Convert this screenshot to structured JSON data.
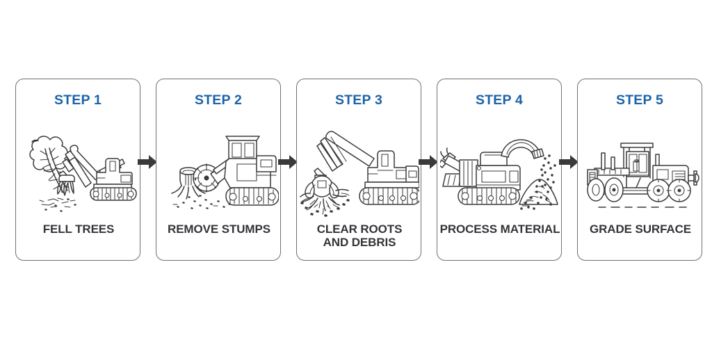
{
  "page": {
    "background_color": "#ffffff",
    "type": "process-flow-infographic",
    "title_visible": false
  },
  "theme": {
    "step_label_color": "#1b62a8",
    "caption_color": "#333438",
    "card_border_color": "#6d6f72",
    "arrow_color": "#3a3a3c",
    "illustration_stroke_color": "#3a3a3c",
    "card_background": "#ffffff"
  },
  "flow": {
    "arrow_icon": "arrow-right-icon",
    "arrow_count": 4,
    "direction": "left-to-right",
    "steps": [
      {
        "step_label": "STEP 1",
        "caption_line1": "FELL TREES",
        "caption_line2": "",
        "illustration": "excavator-felling-tree-icon"
      },
      {
        "step_label": "STEP 2",
        "caption_line1": "REMOVE STUMPS",
        "caption_line2": "",
        "illustration": "stump-grinder-icon"
      },
      {
        "step_label": "STEP 3",
        "caption_line1": "CLEAR ROOTS",
        "caption_line2": "AND DEBRIS",
        "illustration": "excavator-grapple-roots-icon"
      },
      {
        "step_label": "STEP 4",
        "caption_line1": "PROCESS MATERIAL",
        "caption_line2": "",
        "illustration": "wood-chipper-mulch-pile-icon"
      },
      {
        "step_label": "STEP 5",
        "caption_line1": "GRADE SURFACE",
        "caption_line2": "",
        "illustration": "motor-grader-icon"
      }
    ]
  }
}
